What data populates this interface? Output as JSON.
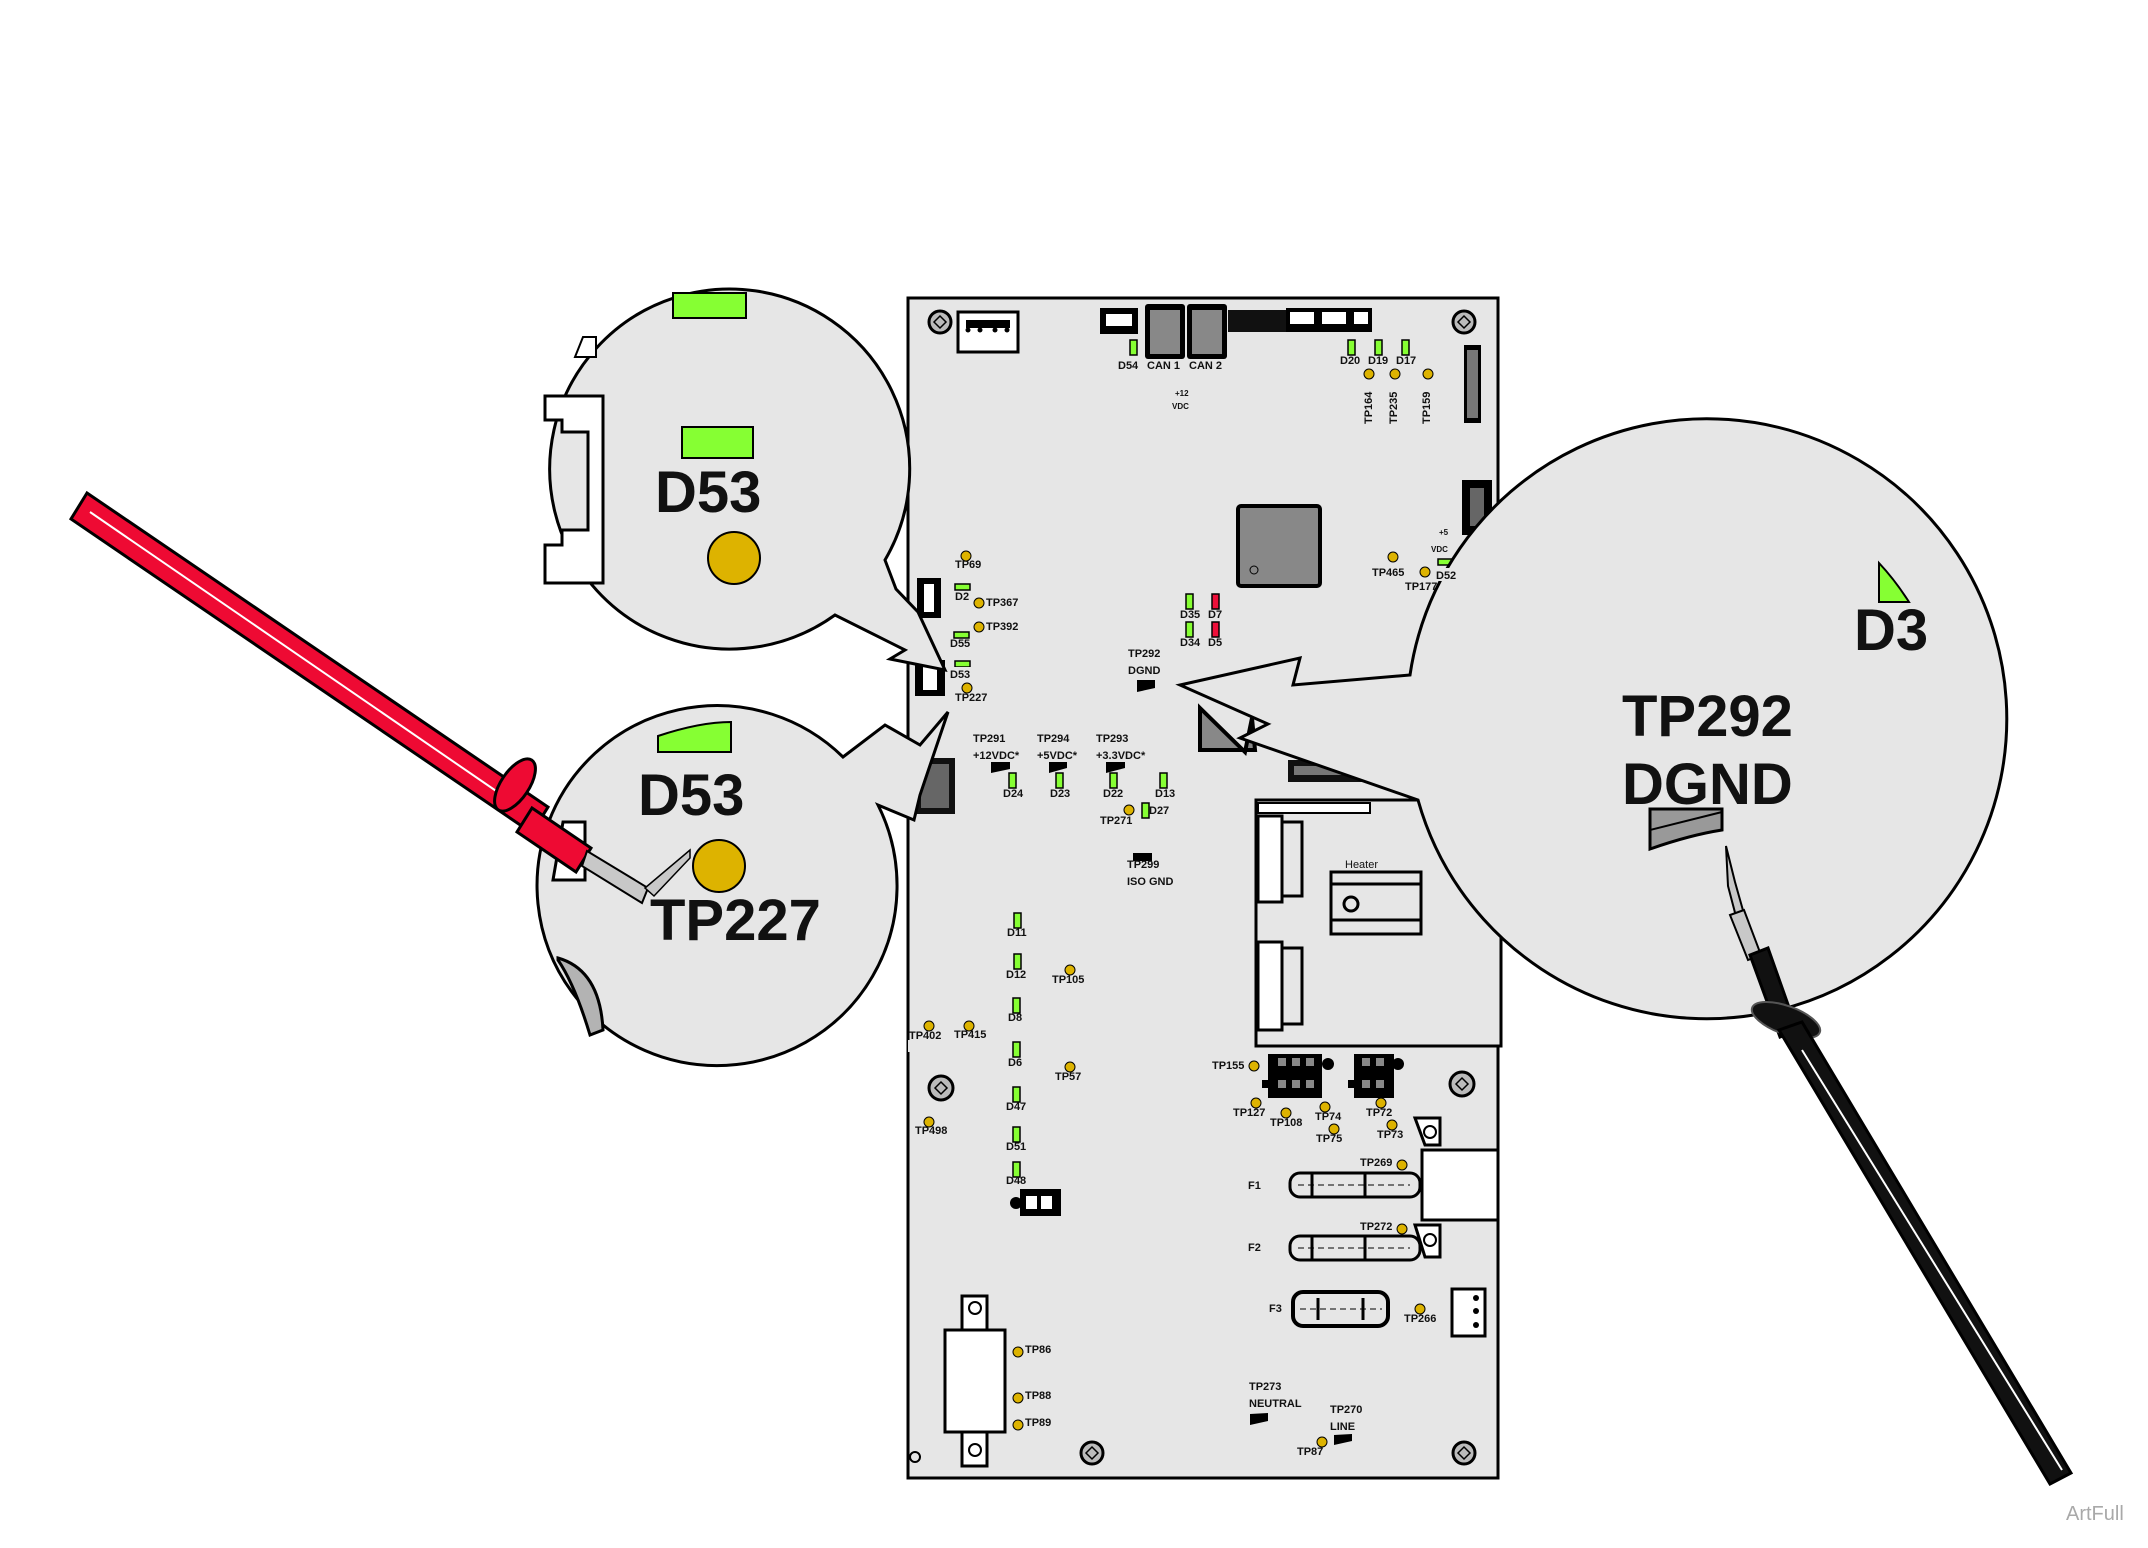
{
  "diagram": {
    "title_hidden": "",
    "watermark": "ArtFull",
    "colors": {
      "board": "#e6e6e6",
      "led_green": "#86ff33",
      "led_red": "#ee0f3a",
      "test_point": "#ddb300",
      "probe_red": "#ee0a33",
      "probe_black": "#111111",
      "component_gray": "#888888"
    },
    "board": {
      "top_connectors": [
        "D54",
        "CAN 1",
        "CAN 2"
      ],
      "top_vdc": {
        "line1": "+12",
        "line2": "VDC"
      },
      "top_leds": [
        {
          "label": "D54",
          "color": "green"
        },
        {
          "label": "D20",
          "color": "green"
        },
        {
          "label": "D19",
          "color": "green"
        },
        {
          "label": "D17",
          "color": "green"
        }
      ],
      "top_tps": [
        "TP164",
        "TP235",
        "TP159"
      ],
      "can_labels": [
        "CAN 1",
        "CAN 2"
      ],
      "right_vdc": {
        "line1": "+5",
        "line2": "VDC"
      },
      "right_tps": [
        "TP465",
        "TP177"
      ],
      "right_led": "D52",
      "plus5_label": "+5",
      "left_column": {
        "tp69": "TP69",
        "d2": "D2",
        "tp367": "TP367",
        "tp392": "TP392",
        "d55": "D55",
        "d53": "D53",
        "tp227": "TP227"
      },
      "center_leds": [
        {
          "label": "D35",
          "color": "green"
        },
        {
          "label": "D7",
          "color": "red"
        },
        {
          "label": "D34",
          "color": "green"
        },
        {
          "label": "D5",
          "color": "red"
        }
      ],
      "tp292": {
        "line1": "TP292",
        "line2": "DGND"
      },
      "voltage_tps": [
        {
          "tp": "TP291",
          "voltage": "+12VDC*",
          "led": "D24"
        },
        {
          "tp": "TP294",
          "voltage": "+5VDC*",
          "led": "D23"
        },
        {
          "tp": "TP293",
          "voltage": "+3.3VDC*",
          "led": "D22"
        }
      ],
      "d13": "D13",
      "d27": "D27",
      "tp271": "TP271",
      "tp299": {
        "line1": "TP299",
        "line2": "ISO GND"
      },
      "heater_label": "Heater",
      "lower_leds": [
        "D11",
        "D12",
        "D8",
        "D6",
        "D47",
        "D51",
        "D48"
      ],
      "lower_tps": [
        "TP105",
        "TP57",
        "TP402",
        "TP415",
        "TP498"
      ],
      "power_tps": [
        "TP155",
        "TP127",
        "TP108",
        "TP74",
        "TP75",
        "TP72",
        "TP73",
        "TP269",
        "TP272",
        "TP266"
      ],
      "fuses": [
        "F1",
        "F2",
        "F3"
      ],
      "connector_tps": [
        "TP86",
        "TP88",
        "TP89"
      ],
      "tp273": {
        "line1": "TP273",
        "line2": "NEUTRAL"
      },
      "tp270": {
        "line1": "TP270",
        "line2": "LINE"
      },
      "tp87": "TP87"
    },
    "callouts": {
      "upper_left": {
        "label": "D53"
      },
      "lower_left": {
        "label1": "D53",
        "label2": "TP227"
      },
      "right": {
        "label1": "TP292",
        "label2": "DGND",
        "partial": "D3"
      }
    }
  }
}
